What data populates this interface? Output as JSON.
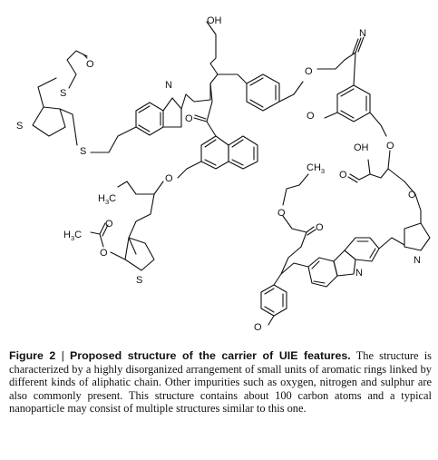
{
  "figure": {
    "atom_labels": {
      "oh_top": "OH",
      "n_nitrile": "N",
      "n_indoline": "N",
      "s_thiolane_left": "S",
      "s_chain_upper": "S",
      "s_chain_lower": "S",
      "o_aldehyde": "O",
      "o_ketone": "O",
      "o_ether_right_top": "O",
      "o_phenol_right": "O",
      "o_ether_mid_right": "O",
      "oh_acid": "OH",
      "o_acid": "O",
      "ch3_right": "CH",
      "ch3_right_sub": "3",
      "o_ester_ring": "O",
      "o_ester_link": "O",
      "o_ester_carbonyl": "O",
      "o_naphthyl_ether": "O",
      "h3c_left": "H",
      "h3c_left_sub": "3",
      "h3c_left_c": "C",
      "h3c_acetyl": "H",
      "h3c_acetyl_sub": "3",
      "h3c_acetyl_c": "C",
      "o_acetyl_carbonyl": "O",
      "o_acetyl_ester": "O",
      "s_thiolane_lower": "S",
      "n_carbazole": "N",
      "n_pyrrolidine": "N",
      "o_phenol_bottom": "O",
      "o_ether_right_lower": "O"
    }
  },
  "caption": {
    "label": "Figure 2",
    "separator": "|",
    "title": "Proposed structure of the carrier of UIE features.",
    "body": "The structure is characterized by a highly disorganized arrangement of small units of aromatic rings linked by different kinds of aliphatic chain. Other impurities such as oxygen, nitrogen and sulphur are also commonly present. This structure contains about 100 carbon atoms and a typical nanoparticle may consist of multiple structures similar to this one."
  }
}
